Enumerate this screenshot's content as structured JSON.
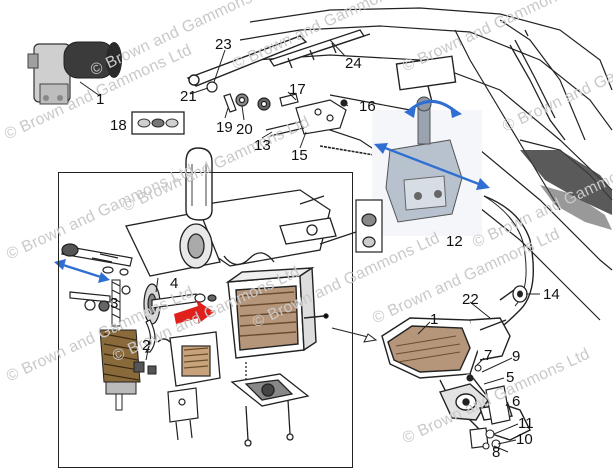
{
  "watermark": {
    "text": "© Brown and Gammons Ltd",
    "color": "#c9c9c9"
  },
  "colors": {
    "line": "#222222",
    "arrow_blue": "#2f6fd1",
    "arrow_red": "#e0201b",
    "shade": "#9a9a9a"
  },
  "callouts": [
    {
      "id": "c1",
      "label": "1"
    },
    {
      "id": "c18",
      "label": "18"
    },
    {
      "id": "c23",
      "label": "23"
    },
    {
      "id": "c24",
      "label": "24"
    },
    {
      "id": "c21",
      "label": "21"
    },
    {
      "id": "c19",
      "label": "19"
    },
    {
      "id": "c20",
      "label": "20"
    },
    {
      "id": "c17",
      "label": "17"
    },
    {
      "id": "c16",
      "label": "16"
    },
    {
      "id": "c13",
      "label": "13"
    },
    {
      "id": "c15",
      "label": "15"
    },
    {
      "id": "c12",
      "label": "12"
    },
    {
      "id": "c4",
      "label": "4"
    },
    {
      "id": "c3",
      "label": "3"
    },
    {
      "id": "c2",
      "label": "2"
    },
    {
      "id": "c22",
      "label": "22"
    },
    {
      "id": "c14",
      "label": "14"
    },
    {
      "id": "c1b",
      "label": "1"
    },
    {
      "id": "c7",
      "label": "7"
    },
    {
      "id": "c9",
      "label": "9"
    },
    {
      "id": "c5",
      "label": "5"
    },
    {
      "id": "c6",
      "label": "6"
    },
    {
      "id": "c11",
      "label": "11"
    },
    {
      "id": "c8",
      "label": "8"
    },
    {
      "id": "c10",
      "label": "10"
    }
  ]
}
